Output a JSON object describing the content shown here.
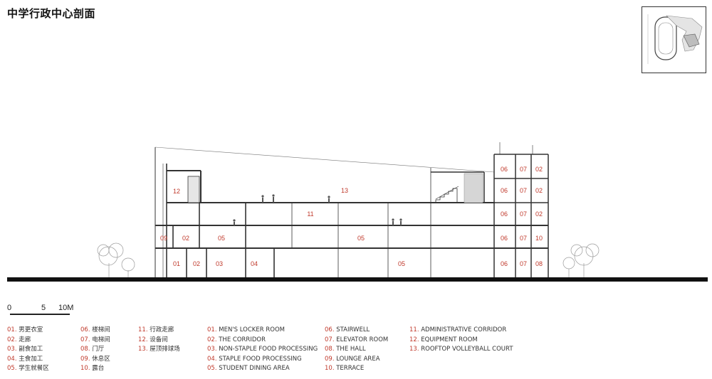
{
  "title": "中学行政中心剖面",
  "scale_bar": {
    "start": "0",
    "mid": "5",
    "end": "10M"
  },
  "legend_cn": [
    {
      "num": "01.",
      "label": "男更衣室"
    },
    {
      "num": "02.",
      "label": "走廊"
    },
    {
      "num": "03.",
      "label": "副食加工"
    },
    {
      "num": "04.",
      "label": "主食加工"
    },
    {
      "num": "05.",
      "label": "学生就餐区"
    },
    {
      "num": "06.",
      "label": "楼梯间"
    },
    {
      "num": "07.",
      "label": "电梯间"
    },
    {
      "num": "08.",
      "label": "门厅"
    },
    {
      "num": "09.",
      "label": "休息区"
    },
    {
      "num": "10.",
      "label": "露台"
    },
    {
      "num": "11.",
      "label": "行政走廊"
    },
    {
      "num": "12.",
      "label": "设备间"
    },
    {
      "num": "13.",
      "label": "屋顶排球场"
    }
  ],
  "legend_en": [
    {
      "num": "01.",
      "label": "MEN'S LOCKER ROOM"
    },
    {
      "num": "02.",
      "label": "THE CORRIDOR"
    },
    {
      "num": "03.",
      "label": "NON-STAPLE FOOD PROCESSING"
    },
    {
      "num": "04.",
      "label": "STAPLE FOOD PROCESSING"
    },
    {
      "num": "05.",
      "label": "STUDENT DINING AREA"
    },
    {
      "num": "06.",
      "label": "STAIRWELL"
    },
    {
      "num": "07.",
      "label": "ELEVATOR ROOM"
    },
    {
      "num": "08.",
      "label": "THE HALL"
    },
    {
      "num": "09.",
      "label": "LOUNGE AREA"
    },
    {
      "num": "10.",
      "label": "TERRACE"
    },
    {
      "num": "11.",
      "label": "ADMINISTRATIVE CORRIDOR"
    },
    {
      "num": "12.",
      "label": "EQUIPMENT ROOM"
    },
    {
      "num": "13.",
      "label": "ROOFTOP VOLLEYBALL COURT"
    }
  ],
  "room_labels": {
    "g01": "01",
    "g02": "02",
    "g03": "03",
    "g04": "04",
    "g05": "05",
    "g06": "06",
    "g07": "07",
    "g08": "08",
    "s09": "09",
    "s02": "02",
    "s05a": "05",
    "s05b": "05",
    "s06": "06",
    "s07": "07",
    "s10": "10",
    "t11": "11",
    "t06": "06",
    "t07": "07",
    "t02": "02",
    "r12": "12",
    "r13": "13",
    "r06": "06",
    "r07": "07",
    "r02": "02",
    "u06": "06",
    "u07": "07",
    "u02": "02"
  },
  "colors": {
    "room_label": "#c0392b",
    "line": "#333333",
    "ground": "#111111"
  }
}
